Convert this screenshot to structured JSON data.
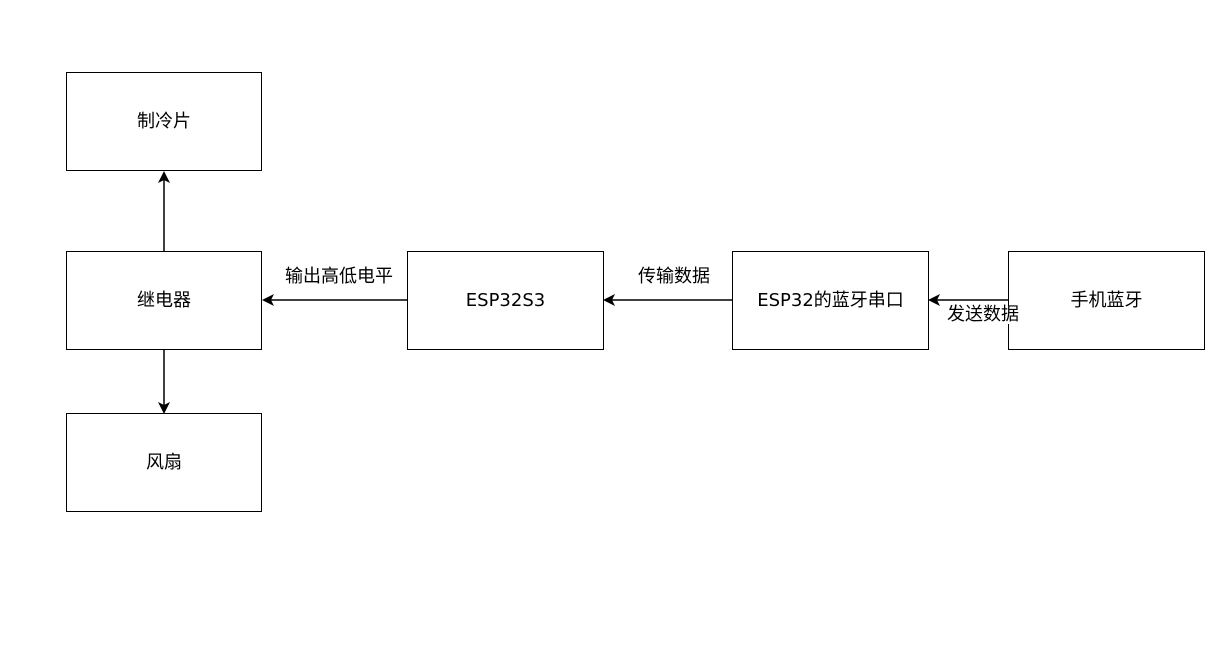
{
  "nodes": {
    "cooler": "制冷片",
    "relay": "继电器",
    "fan": "风扇",
    "esp32s3": "ESP32S3",
    "esp32_bt": "ESP32的蓝牙串口",
    "phone_bt": "手机蓝牙"
  },
  "edges": {
    "esp32s3_to_relay": "输出高低电平",
    "bt_to_esp32s3": "传输数据",
    "phone_to_bt": "发送数据"
  },
  "colors": {
    "stroke": "#000000",
    "background": "#ffffff"
  }
}
